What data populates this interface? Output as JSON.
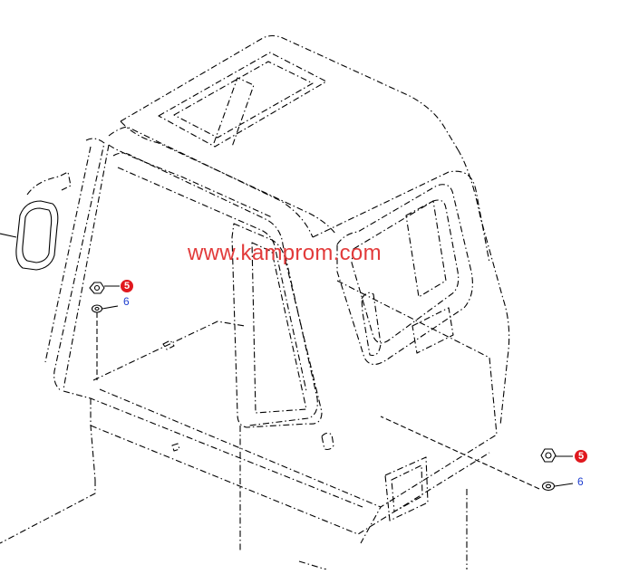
{
  "watermark": "www.kamprom.com",
  "colors": {
    "line": "#000000",
    "watermark": "#e23b3b",
    "callout_red": "#e0181e",
    "callout_blue": "#1f3fd0"
  },
  "callouts": {
    "left_nut": "5",
    "left_washer": "6",
    "right_nut": "5",
    "right_washer": "6"
  }
}
